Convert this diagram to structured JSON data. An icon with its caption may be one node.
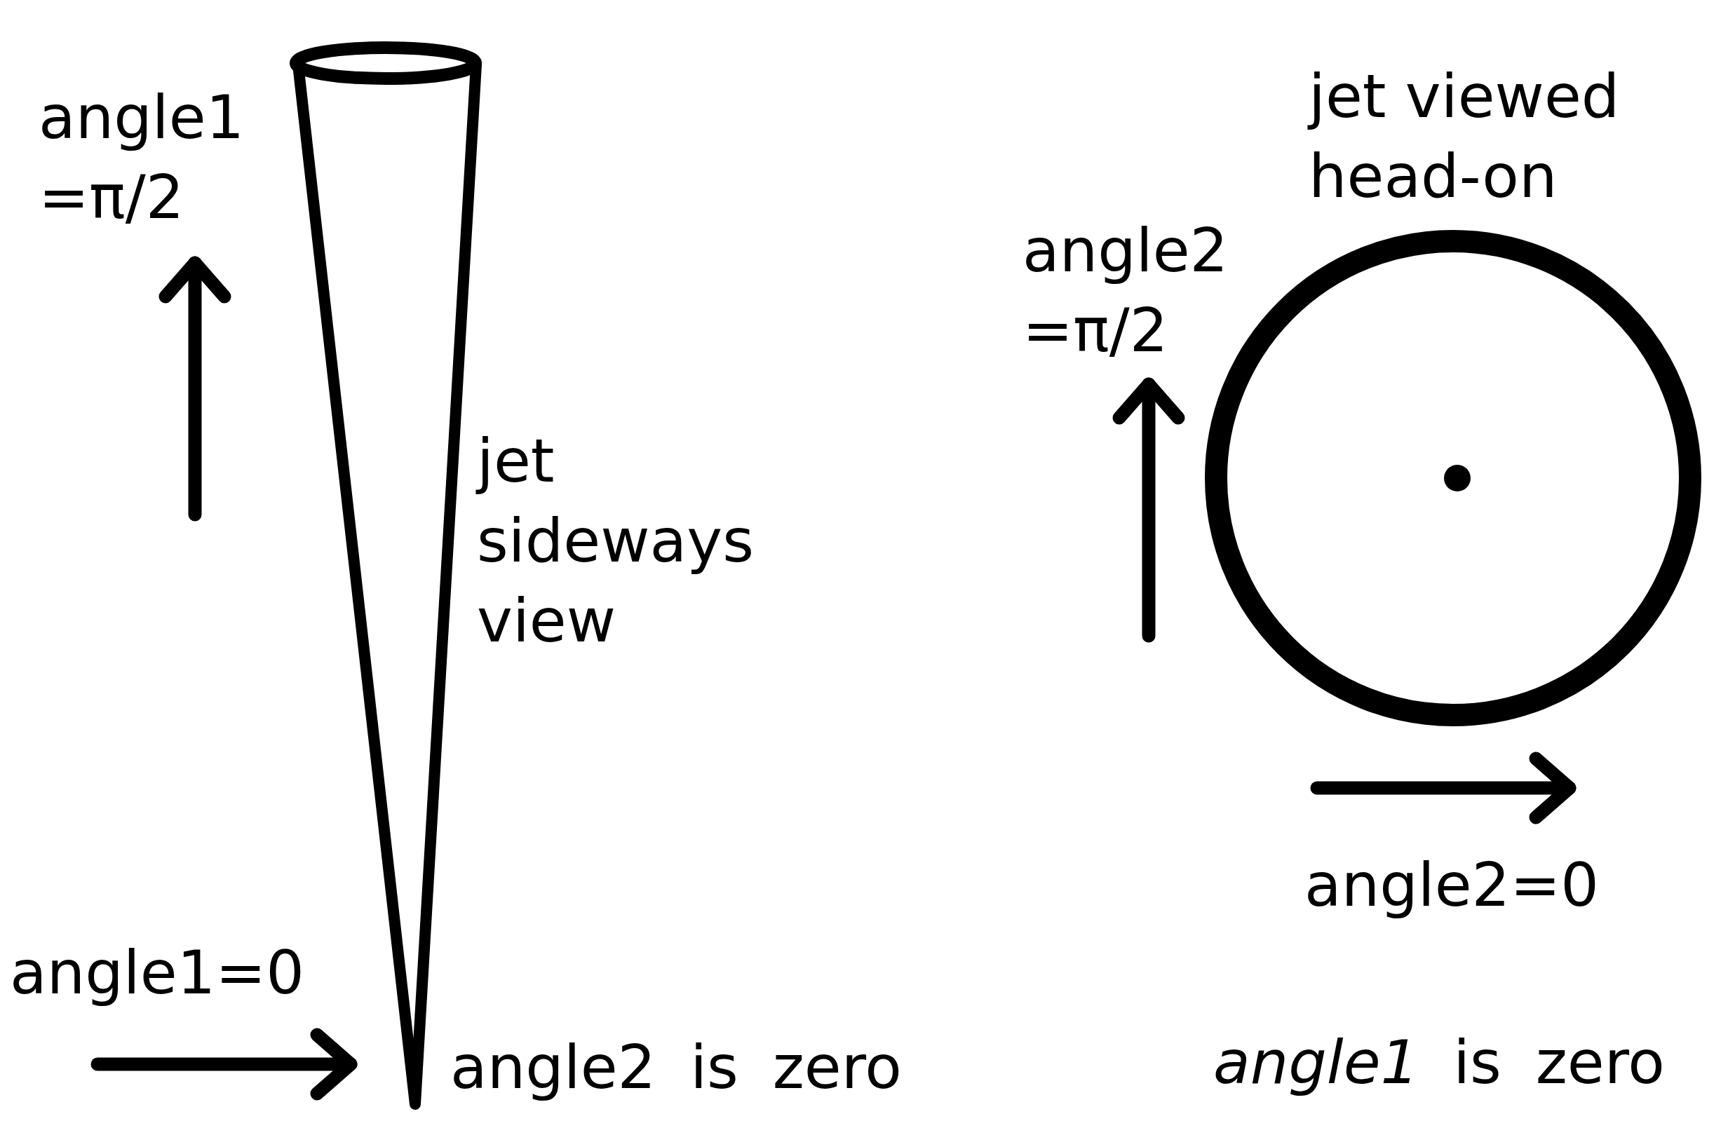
{
  "diagram": {
    "labels": [
      "angle1 =π/2",
      "jet viewed head-on",
      "angle2 =π/2",
      "jet sideways view",
      "angle2=0",
      "angle1=0",
      "angle2 is zero",
      "*angle1* is zero"
    ]
  }
}
